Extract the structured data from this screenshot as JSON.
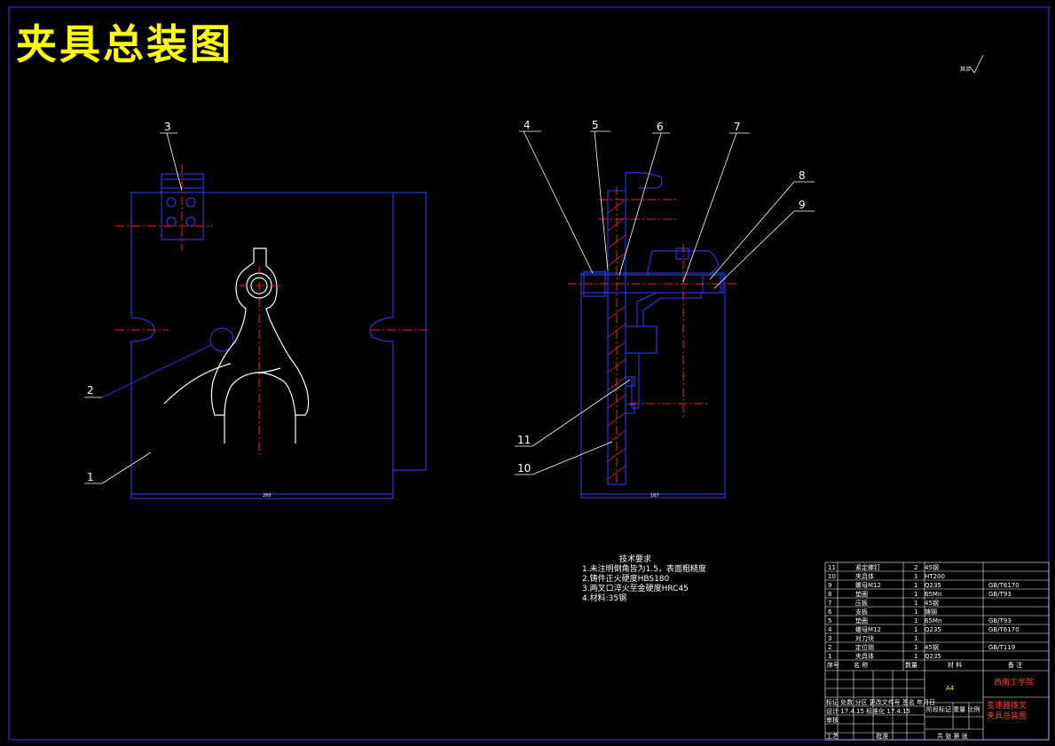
{
  "drawing": {
    "title": "夹具总装图",
    "roughness_note": "其余",
    "callouts": [
      "1",
      "2",
      "3",
      "4",
      "5",
      "6",
      "7",
      "8",
      "9",
      "10",
      "11"
    ],
    "dimensions": {
      "left_width": "260",
      "right_width": "167"
    }
  },
  "tech_requirements": {
    "heading": "技术要求",
    "items": [
      "1.未注明倒角皆为1.5，表面粗糙度",
      "2.铸件正火硬度HBS180",
      "3.两叉口淬火至金硬度HRC45",
      "4.材料:35钢"
    ]
  },
  "bom": [
    {
      "no": "11",
      "name": "紧定螺钉",
      "qty": "2",
      "material": "45钢",
      "note": ""
    },
    {
      "no": "10",
      "name": "夹具体",
      "qty": "1",
      "material": "HT200",
      "note": ""
    },
    {
      "no": "9",
      "name": "螺母M12",
      "qty": "1",
      "material": "Q235",
      "note": "GB/T6170"
    },
    {
      "no": "8",
      "name": "垫圈",
      "qty": "1",
      "material": "65Mn",
      "note": "GB/T93"
    },
    {
      "no": "7",
      "name": "压板",
      "qty": "1",
      "material": "45钢",
      "note": ""
    },
    {
      "no": "6",
      "name": "支板",
      "qty": "1",
      "material": "铸钢",
      "note": ""
    },
    {
      "no": "5",
      "name": "垫圈",
      "qty": "1",
      "material": "65Mn",
      "note": "GB/T93"
    },
    {
      "no": "4",
      "name": "螺母M12",
      "qty": "1",
      "material": "Q235",
      "note": "GB/T6170"
    },
    {
      "no": "3",
      "name": "对刀块",
      "qty": "1",
      "material": "",
      "note": ""
    },
    {
      "no": "2",
      "name": "定位销",
      "qty": "1",
      "material": "45钢",
      "note": "GB/T119"
    },
    {
      "no": "1",
      "name": "夹具体",
      "qty": "1",
      "material": "Q235",
      "note": ""
    }
  ],
  "bom_header": {
    "no": "序号",
    "name": "名 称",
    "qty": "数量",
    "material": "材 料",
    "note": "备 注"
  },
  "title_block": {
    "scale_label": "A4",
    "school": "西南工学院",
    "part_name": "变速器拨叉",
    "drawing_name": "夹具总装图",
    "sign_rows": [
      {
        "a": "标记",
        "b": "处数",
        "c": "分区",
        "d": "更改文件号",
        "e": "签名",
        "f": "年月日"
      },
      {
        "a": "设计",
        "b": "",
        "c": "17.4.15",
        "d": "标准化",
        "e": "",
        "f": "17.4.15"
      },
      {
        "a": "审核",
        "b": "",
        "c": "",
        "d": "",
        "e": "",
        "f": ""
      },
      {
        "a": "工艺",
        "b": "",
        "c": "",
        "d": "批准",
        "e": "",
        "f": ""
      }
    ],
    "stage_labels": [
      "阶段标记",
      "重量",
      "比例"
    ],
    "sheet_labels": "共 张  第 张"
  }
}
